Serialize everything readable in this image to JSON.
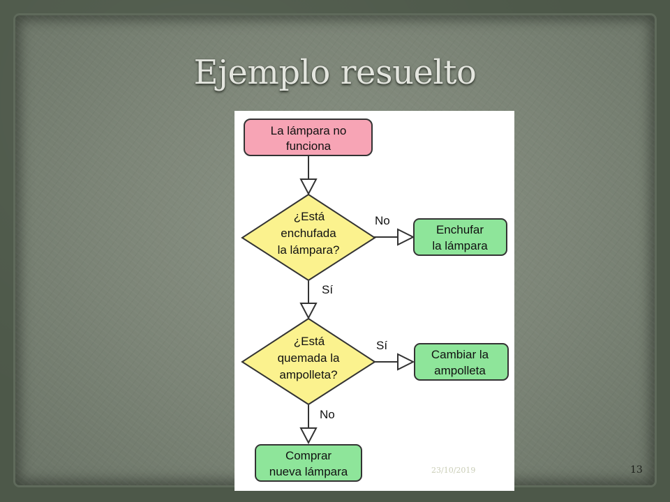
{
  "slide": {
    "title": "Ejemplo resuelto",
    "date": "23/10/2019",
    "page_number": "13"
  },
  "diagram": {
    "nodes": [
      {
        "id": "start",
        "kind": "terminal",
        "lines": [
          "La lámpara no",
          "funciona"
        ],
        "fill": "#f7a4b5",
        "stroke": "#333333"
      },
      {
        "id": "q1",
        "kind": "decision",
        "lines": [
          "¿Está",
          "enchufada",
          "la lámpara?"
        ],
        "fill": "#fbf28e",
        "stroke": "#333333"
      },
      {
        "id": "a1",
        "kind": "process",
        "lines": [
          "Enchufar",
          "la lámpara"
        ],
        "fill": "#8ee59a",
        "stroke": "#333333"
      },
      {
        "id": "q2",
        "kind": "decision",
        "lines": [
          "¿Está",
          "quemada la",
          "ampolleta?"
        ],
        "fill": "#fbf28e",
        "stroke": "#333333"
      },
      {
        "id": "a2",
        "kind": "process",
        "lines": [
          "Cambiar la",
          "ampolleta"
        ],
        "fill": "#8ee59a",
        "stroke": "#333333"
      },
      {
        "id": "end",
        "kind": "process",
        "lines": [
          "Comprar",
          "nueva lámpara"
        ],
        "fill": "#8ee59a",
        "stroke": "#333333"
      }
    ],
    "edges": [
      {
        "from": "start",
        "to": "q1",
        "label": ""
      },
      {
        "from": "q1",
        "to": "a1",
        "label": "No"
      },
      {
        "from": "q1",
        "to": "q2",
        "label": "Sí"
      },
      {
        "from": "q2",
        "to": "a2",
        "label": "Sí"
      },
      {
        "from": "q2",
        "to": "end",
        "label": "No"
      }
    ]
  }
}
